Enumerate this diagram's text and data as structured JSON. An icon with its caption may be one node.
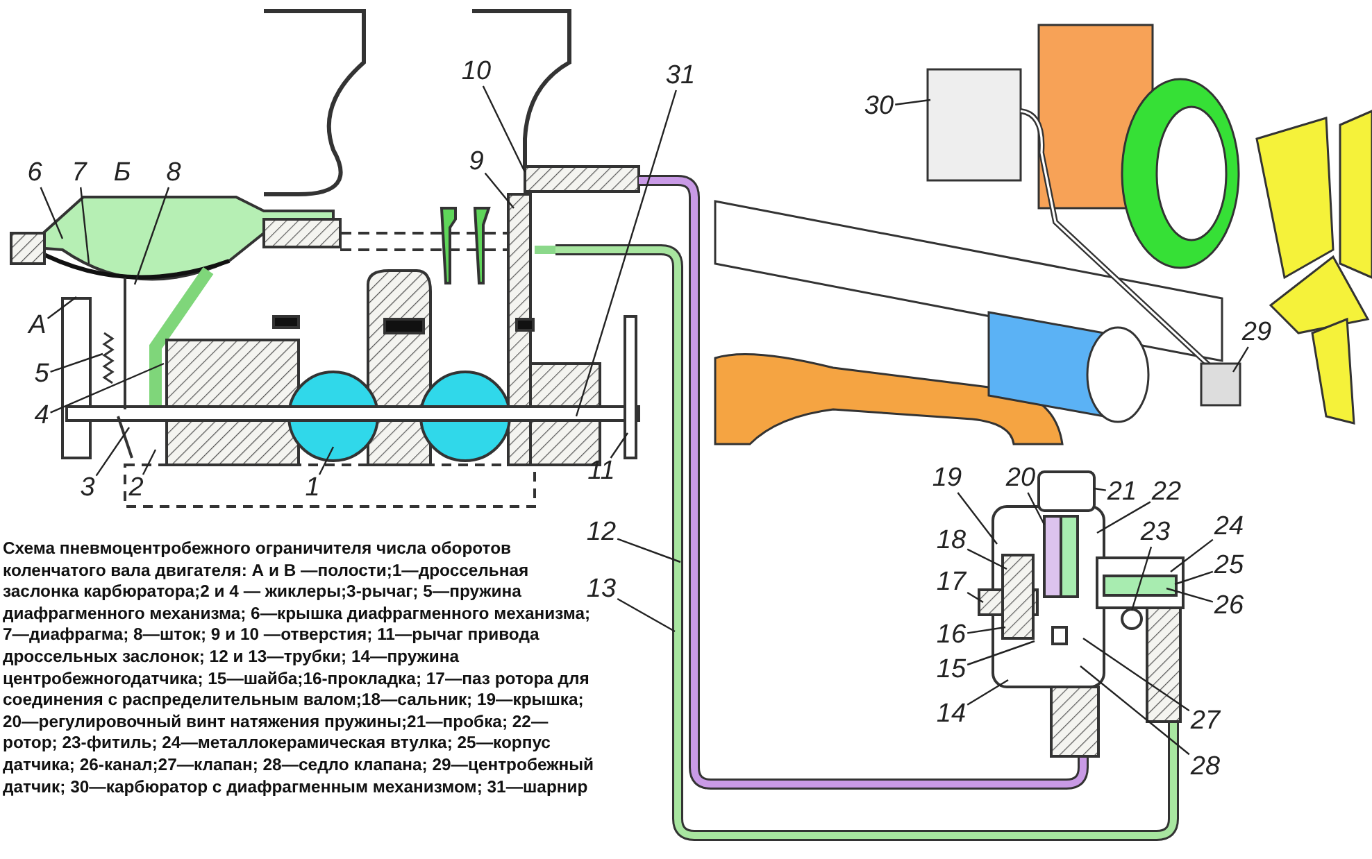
{
  "diagram": {
    "caption": "Схема пневмоцентробежного ограничителя числа оборотов коленчатого вала двигателя: А и В —полости;1—дроссельная заслонка карбюратора;2 и 4 — жиклеры;3-рычаг; 5—пружина диафрагменного механизма; 6—крышка диафрагменного механизма; 7—диафрагма; 8—шток; 9 и 10 —отверстия; 11—рычаг привода дроссельных заслонок; 12 и 13—трубки; 14—пружина центробежногодатчика; 15—шайба;16-прокладка; 17—паз ротора для соединения с распределительным валом;18—сальник; 19—крышка; 20—регулировочный винт натяжения пружины;21—пробка; 22—ротор; 23-фитиль; 24—металлокерамическая втулка; 25—корпус датчика; 26-канал;27—клапан; 28—седло клапана; 29—центробежный датчик; 30—карбюратор с диафрагменным механизмом; 31—шарнир",
    "nodes": [
      {
        "text": [
          "6"
        ]
      },
      {
        "text": [
          "7"
        ]
      },
      {
        "text": [
          "8"
        ]
      },
      {
        "text": [
          "А"
        ]
      },
      {
        "text": [
          "5"
        ]
      },
      {
        "text": [
          "4"
        ]
      },
      {
        "text": [
          "3"
        ]
      },
      {
        "text": [
          "2"
        ]
      },
      {
        "text": [
          "1"
        ]
      },
      {
        "text": [
          "11"
        ]
      },
      {
        "text": [
          "31"
        ]
      },
      {
        "text": [
          "10"
        ]
      },
      {
        "text": [
          "9"
        ]
      },
      {
        "text": [
          "12"
        ]
      },
      {
        "text": [
          "13"
        ]
      },
      {
        "text": [
          "19"
        ]
      },
      {
        "text": [
          "20"
        ]
      },
      {
        "text": [
          "21"
        ]
      },
      {
        "text": [
          "22"
        ]
      },
      {
        "text": [
          "23"
        ]
      },
      {
        "text": [
          "24"
        ]
      },
      {
        "text": [
          "25"
        ]
      },
      {
        "text": [
          "26"
        ]
      },
      {
        "text": [
          "18"
        ]
      },
      {
        "text": [
          "17"
        ]
      },
      {
        "text": [
          "16"
        ]
      },
      {
        "text": [
          "15"
        ]
      },
      {
        "text": [
          "14"
        ]
      },
      {
        "text": [
          "27"
        ]
      },
      {
        "text": [
          "28"
        ]
      },
      {
        "text": [
          "30"
        ]
      },
      {
        "text": [
          "29"
        ]
      }
    ],
    "edges": [
      {
        "from": 0,
        "to": null,
        "arrow": "none"
      },
      {
        "from": 1,
        "to": null,
        "arrow": "none"
      },
      {
        "from": 2,
        "to": null,
        "arrow": "none"
      },
      {
        "from": 3,
        "to": null,
        "arrow": "none"
      },
      {
        "from": 4,
        "to": null,
        "arrow": "none"
      },
      {
        "from": 5,
        "to": null,
        "arrow": "none"
      },
      {
        "from": 6,
        "to": null,
        "arrow": "none"
      },
      {
        "from": 7,
        "to": null,
        "arrow": "none"
      },
      {
        "from": 8,
        "to": null,
        "arrow": "none"
      },
      {
        "from": 9,
        "to": null,
        "arrow": "none"
      },
      {
        "from": 10,
        "to": null,
        "arrow": "none"
      },
      {
        "from": 11,
        "to": null,
        "arrow": "none"
      },
      {
        "from": 12,
        "to": null,
        "arrow": "none"
      },
      {
        "from": 13,
        "to": null,
        "arrow": "none"
      },
      {
        "from": 14,
        "to": null,
        "arrow": "none"
      },
      {
        "from": 15,
        "to": null,
        "arrow": "none"
      },
      {
        "from": 16,
        "to": null,
        "arrow": "none"
      },
      {
        "from": 17,
        "to": null,
        "arrow": "none"
      },
      {
        "from": 18,
        "to": null,
        "arrow": "none"
      },
      {
        "from": 19,
        "to": null,
        "arrow": "none"
      },
      {
        "from": 20,
        "to": null,
        "arrow": "none"
      },
      {
        "from": 21,
        "to": null,
        "arrow": "none"
      },
      {
        "from": 22,
        "to": null,
        "arrow": "none"
      },
      {
        "from": 23,
        "to": null,
        "arrow": "none"
      },
      {
        "from": 24,
        "to": null,
        "arrow": "none"
      },
      {
        "from": 25,
        "to": null,
        "arrow": "none"
      },
      {
        "from": 26,
        "to": null,
        "arrow": "none"
      },
      {
        "from": 27,
        "to": null,
        "arrow": "none"
      },
      {
        "from": 28,
        "to": null,
        "arrow": "none"
      },
      {
        "from": 29,
        "to": null,
        "arrow": "none"
      },
      {
        "from": 30,
        "to": null,
        "arrow": "none"
      },
      {
        "from": 31,
        "to": null,
        "arrow": "none"
      }
    ],
    "labels": [
      "Б"
    ]
  }
}
